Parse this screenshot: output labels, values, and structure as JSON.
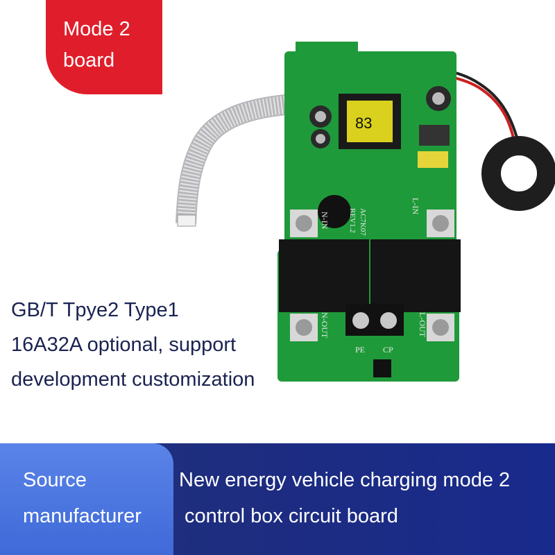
{
  "badge": {
    "line1": "Mode 2",
    "line2": "board"
  },
  "product": {
    "board_markings": [
      "AC7K07",
      "REV1.2",
      "L-IN",
      "N-IN",
      "N-OUT",
      "L-OUT",
      "PE",
      "CP"
    ]
  },
  "spec": {
    "line1": "GB/T Tpye2 Type1",
    "line2": "16A32A optional, support",
    "line3": "development customization"
  },
  "footer": {
    "tab_line1": "Source",
    "tab_line2": "manufacturer",
    "main_line1": "New energy vehicle charging mode 2",
    "main_line2": "control box circuit board"
  },
  "colors": {
    "badge": "#e01e2b",
    "pcb_green": "#1f9a3a",
    "spec_text": "#1a2250",
    "footer_dark": "#1e2d7f",
    "footer_light": "#4f78e0"
  }
}
